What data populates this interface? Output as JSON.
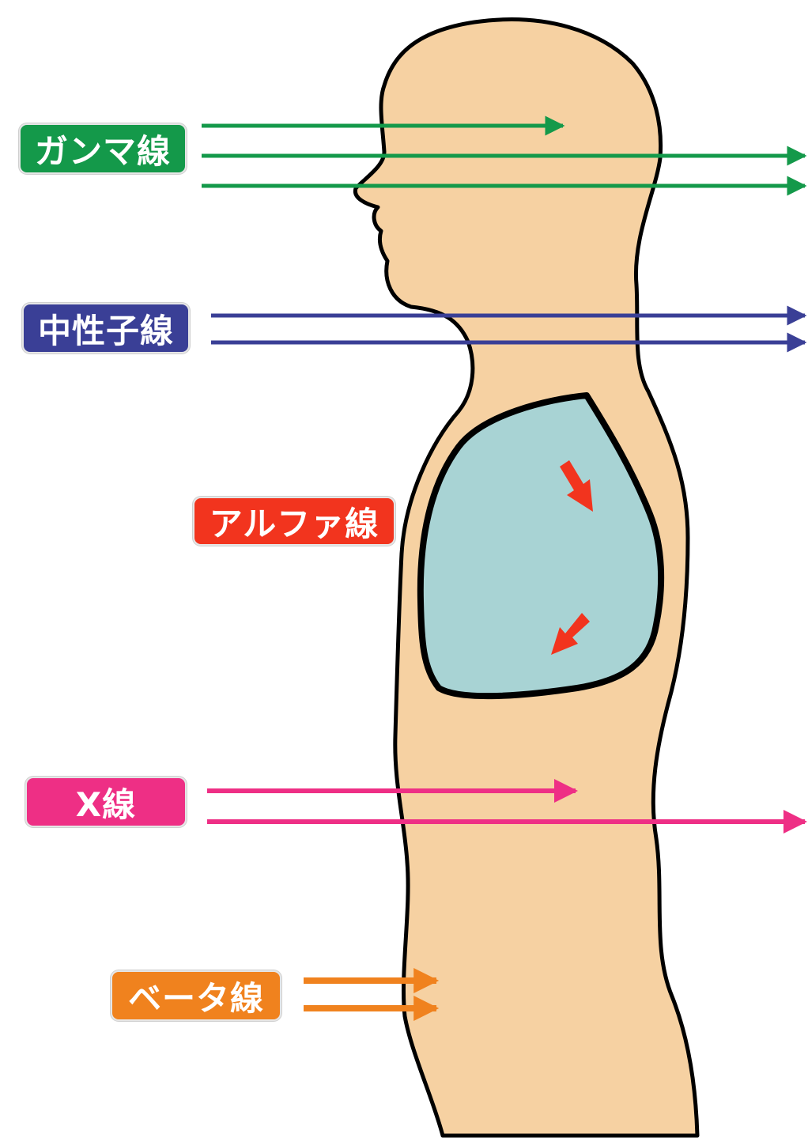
{
  "colors": {
    "body_fill": "#f6d1a2",
    "outline": "#000000",
    "lung_fill": "#a8d3d4",
    "gamma": "#14994a",
    "neutron": "#3a3f96",
    "alpha": "#f2341e",
    "x": "#ee2f85",
    "beta": "#f0821e"
  },
  "labels": {
    "gamma": "ガンマ線",
    "neutron": "中性子線",
    "alpha": "アルファ線",
    "x": "X線",
    "beta": "ベータ線"
  }
}
